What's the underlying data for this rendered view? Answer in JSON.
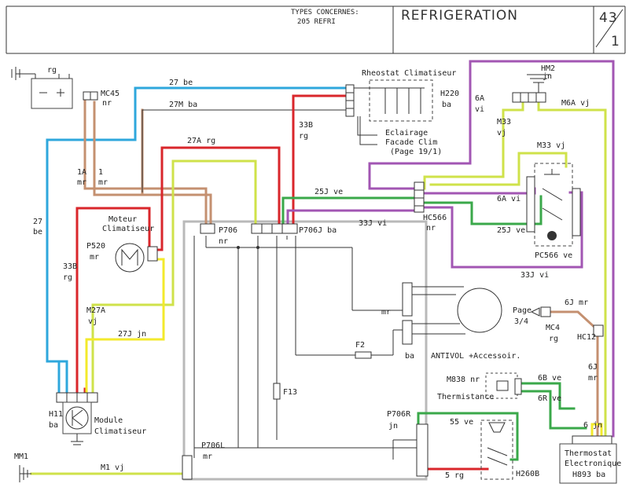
{
  "header": {
    "types_label": "TYPES CONCERNES:",
    "types_value": "205 REFRI",
    "title": "REFRIGERATION",
    "page_top": "43",
    "page_bottom": "1"
  },
  "components": {
    "rg": "rg",
    "mc45": "MC45",
    "mc45_color": "nr",
    "rheostat": "Rheostat Climatiseur",
    "h220": "H220",
    "h220_color": "ba",
    "eclairage": "Eclairage",
    "facade": "Facade Clim",
    "page191": "(Page 19/1)",
    "hm2": "HM2",
    "hm2_color": "jn",
    "moteur1": "Moteur",
    "moteur2": "Climatiseur",
    "p520": "P520",
    "p520_color": "mr",
    "p706": "P706",
    "p706_color": "nr",
    "p706j": "P706J ba",
    "hc566": "HC566",
    "hc566_color": "nr",
    "pc566": "PC566 ve",
    "antivol": "ANTIVOL +Accessoir.",
    "ba": "ba",
    "mr": "mr",
    "f2": "F2",
    "f13": "F13",
    "page34a": "Page",
    "page34b": "3/4",
    "mc4": "MC4",
    "mc4_color": "rg",
    "hc12": "HC12",
    "m838": "M838 nr",
    "thermistance": "Thermistance",
    "p706r": "P706R",
    "p706r_color": "jn",
    "h11": "H11",
    "h11_color": "ba",
    "module1": "Module",
    "module2": "Climatiseur",
    "p706l": "P706L",
    "p706l_color": "mr",
    "mm1": "MM1",
    "h260b": "H260B",
    "thermostat1": "Thermostat",
    "thermostat2": "Electronique",
    "h893": "H893 ba"
  },
  "wires": {
    "w27be": "27 be",
    "w27be_v1": "27",
    "w27be_v2": "be",
    "w27mba": "27M ba",
    "w27arg": "27A rg",
    "w1amr_a": "1A",
    "w1amr_b": "1",
    "w1amr_c": "mr",
    "w1amr_d": "mr",
    "w33b": "33B",
    "w33b_c": "rg",
    "w33b_l": "33B",
    "w33b_lc": "rg",
    "w25jve_top": "25J ve",
    "w33jvi_top": "33J vi",
    "w6avi_a": "6A",
    "w6avi_b": "vi",
    "w6avi_c": "6A vi",
    "wm33": "M33",
    "wm33_c": "vj",
    "wm33vj": "M33 vj",
    "wm6avj": "M6A vj",
    "w25jve_r": "25J ve",
    "w33jvi_r": "33J vi",
    "wm27a": "M27A",
    "wm27a_c": "vj",
    "w27jjn": "27J jn",
    "w6jmr": "6J mr",
    "w6jmr_v1": "6J",
    "w6jmr_v2": "mr",
    "w6bve": "6B ve",
    "w6rve": "6R ve",
    "w55ve": "55 ve",
    "w6jn": "6 jn",
    "w5rg": "5 rg",
    "wm1vj": "M1 vj"
  },
  "colors": {
    "blue": "#2ea7dc",
    "red": "#d9262b",
    "brown": "#c49070",
    "yellow": "#f3ea2c",
    "yellow_green": "#cfe24a",
    "green": "#3aa84a",
    "purple": "#a256b3",
    "frame_grey": "#b9b9b9"
  },
  "icons": [
    "ground-icon",
    "battery-icon",
    "motor-icon",
    "transistor-icon",
    "switch-icon",
    "relay-icon",
    "fuse-icon",
    "thermistor-icon"
  ]
}
